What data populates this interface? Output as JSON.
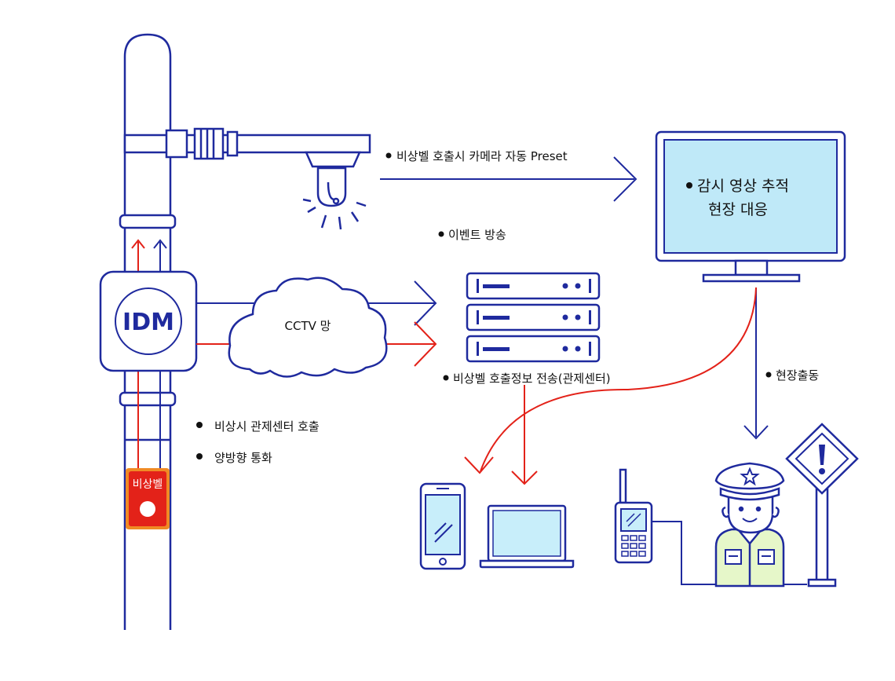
{
  "colors": {
    "line": "#1f2a9e",
    "red": "#e32219",
    "orange": "#f08a24",
    "screen": "#bfe9f8",
    "screen_light": "#c8eefa",
    "vest": "#e6f7c9",
    "white": "#ffffff"
  },
  "labels": {
    "idm": "IDM",
    "cctv_network": "CCTV 망",
    "emergency_bell": "비상벨",
    "camera_preset": "비상벨 호출시 카메라 자동 Preset",
    "event_broadcast": "이벤트 방송",
    "monitor_line1": "감시 영상 추적",
    "monitor_line2": "현장 대응",
    "call_info_transfer": "비상벨 호출정보 전송(관제센터)",
    "field_dispatch": "현장출동",
    "emergency_call": "비상시 관제센터 호출",
    "two_way_talk": "양방향 통화"
  },
  "icons": [
    "pole",
    "cctv-camera-icon",
    "idm-box",
    "cloud-icon",
    "server-stack-icon",
    "monitor-icon",
    "smartphone-icon",
    "laptop-icon",
    "walkie-talkie-icon",
    "police-officer-icon",
    "warning-sign-icon",
    "emergency-bell-button"
  ]
}
